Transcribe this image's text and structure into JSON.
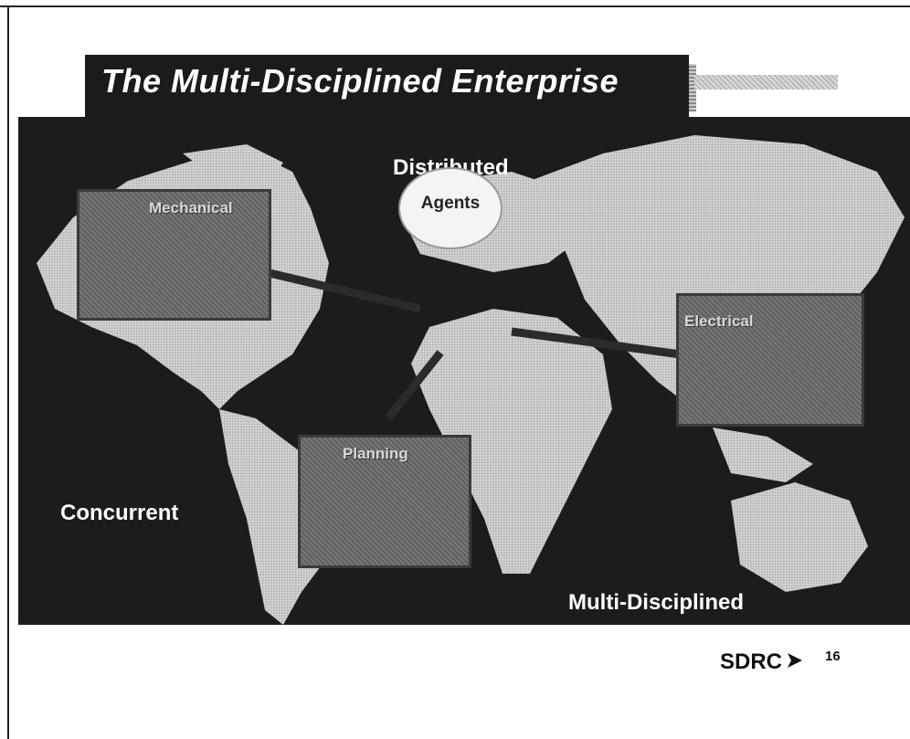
{
  "slide": {
    "title": "The Multi-Disciplined Enterprise",
    "labels": {
      "distributed": "Distributed",
      "concurrent": "Concurrent",
      "multi_disciplined": "Multi-Disciplined"
    },
    "hub": {
      "label": "Agents"
    },
    "cards": [
      {
        "label": "Mechanical"
      },
      {
        "label": "Electrical"
      },
      {
        "label": "Planning"
      }
    ],
    "footer": {
      "logo_text": "SDRC",
      "page_number": "16"
    },
    "colors": {
      "background": "#1c1c1c",
      "landmass": "#c9c9c9",
      "text": "#ffffff"
    }
  }
}
